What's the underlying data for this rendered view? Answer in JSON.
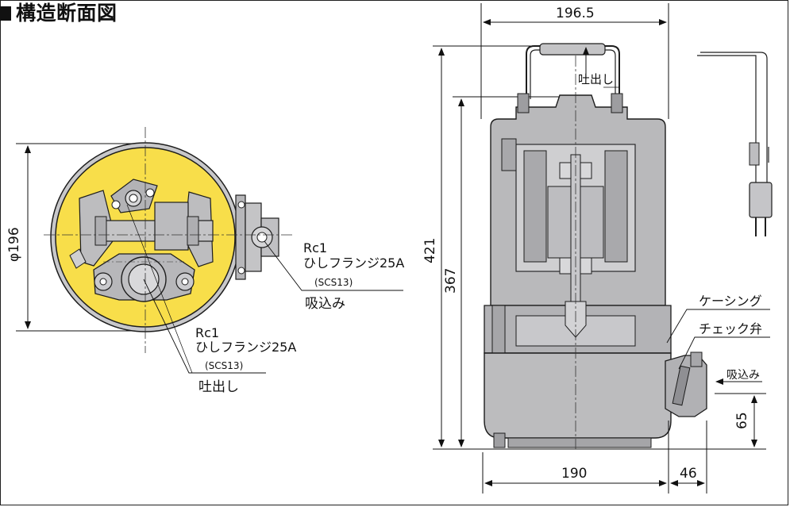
{
  "title": "構造断面図",
  "colors": {
    "yellow": "#f8de4a",
    "casing": "#b9b9bb",
    "casing_dark": "#9e9ea1",
    "line": "#1d1d1d"
  },
  "left_view": {
    "diameter": "φ196",
    "suction": {
      "size": "Rc1",
      "flange": "ひしフランジ25A",
      "material": "(SCS13)",
      "label": "吸込み"
    },
    "discharge": {
      "size": "Rc1",
      "flange": "ひしフランジ25A",
      "material": "(SCS13)",
      "label": "吐出し"
    }
  },
  "right_view": {
    "width_top": "196.5",
    "height_total": "421",
    "height_body": "367",
    "discharge_label": "吐出し",
    "suction_label": "吸込み",
    "casing_label": "ケーシング",
    "check_valve_label": "チェック弁",
    "inlet_height": "65",
    "base_width": "190",
    "inlet_offset": "46"
  }
}
